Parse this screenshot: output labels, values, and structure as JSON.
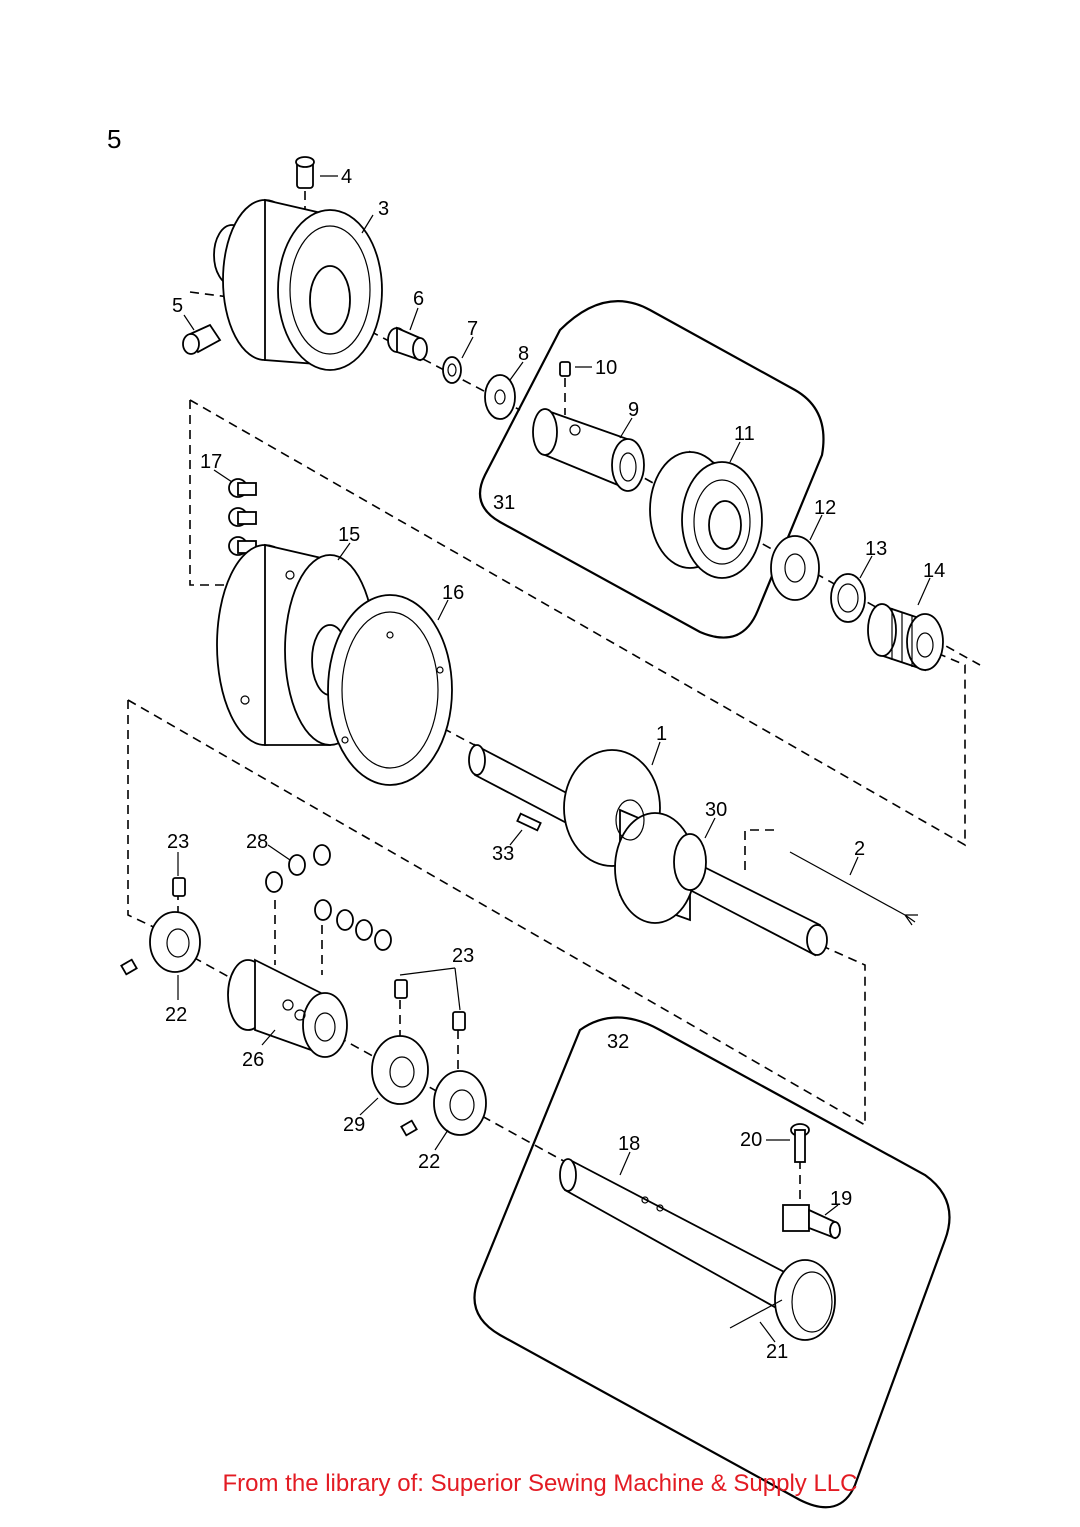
{
  "page_number": "5",
  "footer_text": "From the library of: Superior Sewing Machine & Supply LLC",
  "colors": {
    "footer": "#e31b23",
    "lines": "#000000"
  },
  "groups": {
    "g31": "31",
    "g32": "32"
  },
  "callouts": {
    "c1": "1",
    "c2": "2",
    "c3": "3",
    "c4": "4",
    "c5": "5",
    "c6": "6",
    "c7": "7",
    "c8": "8",
    "c9": "9",
    "c10": "10",
    "c11": "11",
    "c12": "12",
    "c13": "13",
    "c14": "14",
    "c15": "15",
    "c16": "16",
    "c17": "17",
    "c18": "18",
    "c19": "19",
    "c20": "20",
    "c21": "21",
    "c22a": "22",
    "c22b": "22",
    "c23a": "23",
    "c23b": "23",
    "c26": "26",
    "c28": "28",
    "c29": "29",
    "c30": "30",
    "c33": "33"
  }
}
